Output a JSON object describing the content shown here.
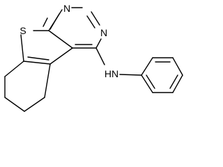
{
  "molecule": {
    "atoms": {
      "sulfur": "S",
      "nitrogen_top": "N",
      "nitrogen_right": "N",
      "amine": "HN"
    }
  }
}
